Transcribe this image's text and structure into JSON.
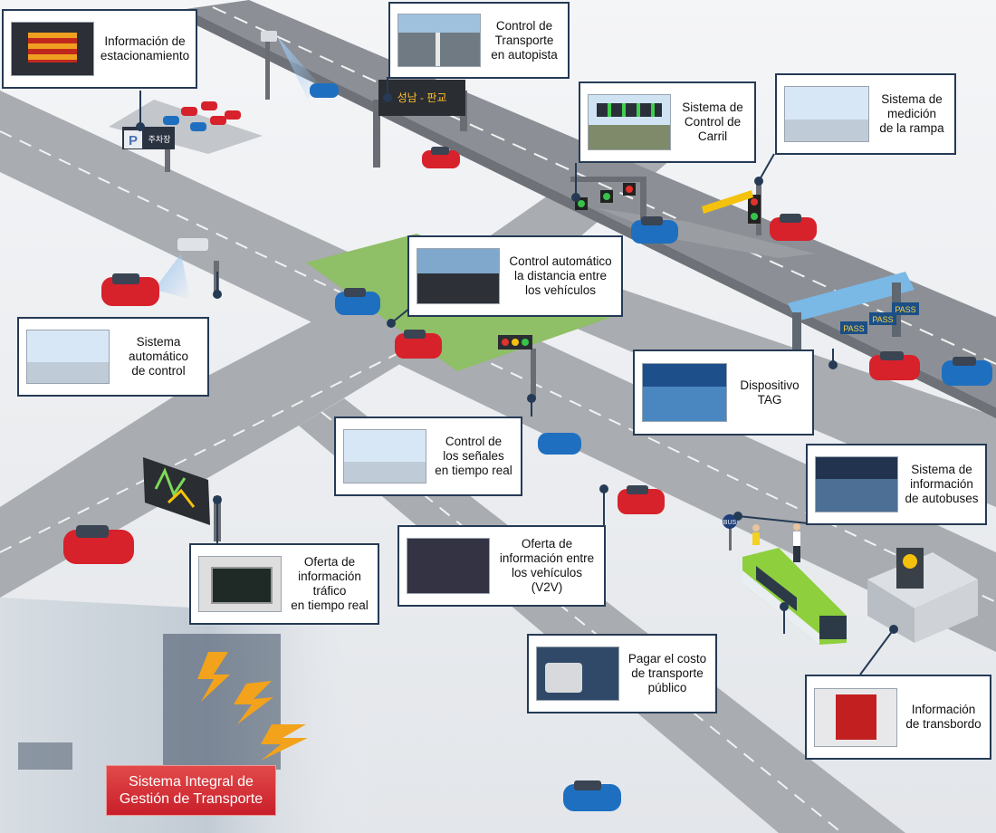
{
  "title": "Sistema  Integral de\nGestión de Transporte",
  "callouts": {
    "parking": "Información de\nestacionamiento",
    "highway": "Control de\nTransporte\nen autopista",
    "lane": "Sistema de\nControl de\nCarril",
    "ramp": "Sistema de\nmedición\nde la rampa",
    "distance": "Control automático\nla distancia entre\nlos vehículos",
    "auto_control": "Sistema\nautomático\nde control",
    "tag": "Dispositivo\nTAG",
    "signals": "Control de\nlos señales\nen tiempo real",
    "bus_info": "Sistema de\ninformación\nde autobuses",
    "traffic_info": "Oferta de\ninformación\ntráfico\nen tiempo real",
    "v2v": "Oferta de\ninformación entre\nlos vehículos\n(V2V)",
    "pay": "Pagar el costo\nde transporte\npúblico",
    "transfer": "Información\nde transbordo"
  },
  "scene_text": {
    "parking_sign": "P",
    "parking_board": "주차장",
    "highway_vms": "성남 - 판교",
    "pass_1": "PASS",
    "pass_2": "PASS",
    "pass_3": "PASS",
    "bus_stop": "BUS"
  },
  "colors": {
    "road": "#a7aaae",
    "road_edge": "#c9ccd0",
    "grass": "#8fbf66",
    "callout_border": "#253a55",
    "car_red": "#d7212b",
    "car_blue": "#1f6fc0",
    "title_red": "#c81f2a"
  }
}
